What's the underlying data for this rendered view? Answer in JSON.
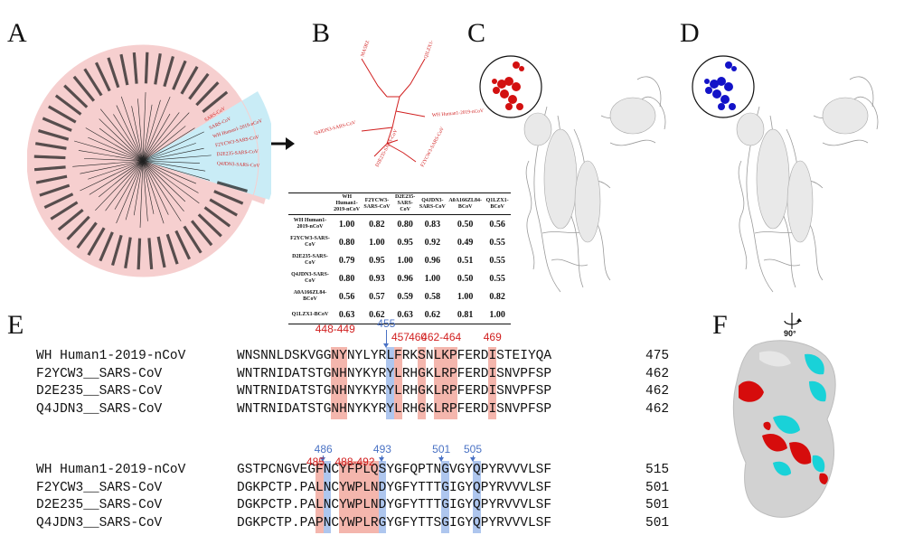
{
  "panels": {
    "a": "A",
    "b": "B",
    "c": "C",
    "d": "D",
    "e": "E",
    "f": "F"
  },
  "tree_a": {
    "highlight_labels": [
      "SARS-CoV",
      "SARS-CoV",
      "WH Human1-2019-nCoV",
      "F2YCW3-SARS-CoV",
      "D2E235-SARS-CoV",
      "Q4JDN3-SARS-CoV"
    ],
    "colors": {
      "main_bg": "#f6cfcf",
      "highlight_bg": "#c9ecf6",
      "highlight_text": "#d11f1f"
    }
  },
  "tree_b": {
    "labels": [
      "MA5RZL84-BCoV",
      "QILZX1-BCoV",
      "WH Human1-2019-nCoV",
      "F2YCW3-SARS-CoV",
      "D2E235-SARS-CoV",
      "Q4JDN3-SARS-CoV"
    ],
    "color": "#d11f1f"
  },
  "similarity_table": {
    "columns": [
      "WH Human1-2019-nCoV",
      "F2YCW3-SARS-CoV",
      "D2E235-SARS-CoV",
      "Q4JDN3-SARS-CoV",
      "A0A166ZL84-BCoV",
      "Q1LZX1-BCoV"
    ],
    "rows": [
      {
        "name": "WH Human1-2019-nCoV",
        "values": [
          "1.00",
          "0.82",
          "0.80",
          "0.83",
          "0.50",
          "0.56"
        ]
      },
      {
        "name": "F2YCW3-SARS-CoV",
        "values": [
          "0.80",
          "1.00",
          "0.95",
          "0.92",
          "0.49",
          "0.55"
        ]
      },
      {
        "name": "D2E235-SARS-CoV",
        "values": [
          "0.79",
          "0.95",
          "1.00",
          "0.96",
          "0.51",
          "0.55"
        ]
      },
      {
        "name": "Q4JDN3-SARS-CoV",
        "values": [
          "0.80",
          "0.93",
          "0.96",
          "1.00",
          "0.50",
          "0.55"
        ]
      },
      {
        "name": "A0A166ZL84-BCoV",
        "values": [
          "0.56",
          "0.57",
          "0.59",
          "0.58",
          "1.00",
          "0.82"
        ]
      },
      {
        "name": "Q1LZX1-BCoV",
        "values": [
          "0.63",
          "0.62",
          "0.63",
          "0.62",
          "0.81",
          "1.00"
        ]
      }
    ]
  },
  "alignment": {
    "block1": {
      "rows": [
        {
          "name": "WH Human1-2019-nCoV",
          "seq": "WNSNNLDSKVGGNYNYLYRLFRKSNLKPFERDISTEIYQA",
          "end": "475"
        },
        {
          "name": "F2YCW3__SARS-CoV",
          "seq": "WNTRNIDATSTGNHNYKYRYLRHGKLRPFERDISNVPFSP",
          "end": "462"
        },
        {
          "name": "D2E235__SARS-CoV",
          "seq": "WNTRNIDATSTGNHNYKYRYLRHGKLRPFERDISNVPFSP",
          "end": "462"
        },
        {
          "name": "Q4JDN3__SARS-CoV",
          "seq": "WNTRNIDATSTGNHNYKYRYLRHGKLRPFERDISNVPFSP",
          "end": "462"
        }
      ],
      "red_labels": [
        "448-449",
        "457",
        "460",
        "462-464",
        "469"
      ],
      "blue_labels": [
        "455"
      ]
    },
    "block2": {
      "rows": [
        {
          "name": "WH Human1-2019-nCoV",
          "seq": "GSTPCNGVEGFNCYFPLQSYGFQPTNGVGYQPYRVVVLSF",
          "end": "515"
        },
        {
          "name": "F2YCW3__SARS-CoV",
          "seq": "DGKPCTP.PALNCYWPLNDYGFYTTTGIGYQPYRVVVLSF",
          "end": "501"
        },
        {
          "name": "D2E235__SARS-CoV",
          "seq": "DGKPCTP.PALNCYWPLNDYGFYTTTGIGYQPYRVVVLSF",
          "end": "501"
        },
        {
          "name": "Q4JDN3__SARS-CoV",
          "seq": "DGKPCTP.PAPNCYWPLRGYGFYTTSGIGYQPYRVVVLSF",
          "end": "501"
        }
      ],
      "red_labels": [
        "485",
        "488-492"
      ],
      "blue_labels": [
        "486",
        "493",
        "501",
        "505"
      ]
    },
    "colors": {
      "red": "#d11f1f",
      "blue": "#4a72c4",
      "red_hl": "#f4b6ad",
      "blue_hl": "#aec6ee"
    }
  },
  "surface_f": {
    "rotation_label": "90°"
  }
}
